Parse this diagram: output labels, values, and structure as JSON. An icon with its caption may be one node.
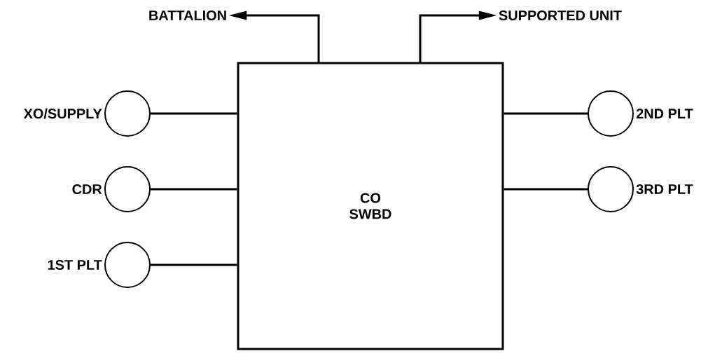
{
  "diagram": {
    "nodes": [
      {
        "text": [
          "BATTALION"
        ]
      },
      {
        "text": [
          "SUPPORTED UNIT"
        ]
      },
      {
        "text": [
          "CO SWBD"
        ]
      },
      {
        "text": [
          "XO/SUPPLY"
        ]
      },
      {
        "text": [
          "2ND PLT"
        ]
      },
      {
        "text": [
          "CDR"
        ]
      },
      {
        "text": [
          "3RD PLT"
        ]
      },
      {
        "text": [
          "1ST PLT"
        ]
      }
    ],
    "edges": [
      {
        "from": 2,
        "to": 0,
        "arrow": "to"
      },
      {
        "from": 2,
        "to": 1,
        "arrow": "to"
      },
      {
        "from": 3,
        "to": 2,
        "arrow": "none"
      },
      {
        "from": 2,
        "to": 4,
        "arrow": "none"
      },
      {
        "from": 5,
        "to": 2,
        "arrow": "none"
      },
      {
        "from": 2,
        "to": 6,
        "arrow": "none"
      },
      {
        "from": 7,
        "to": 2,
        "arrow": "none"
      }
    ]
  }
}
